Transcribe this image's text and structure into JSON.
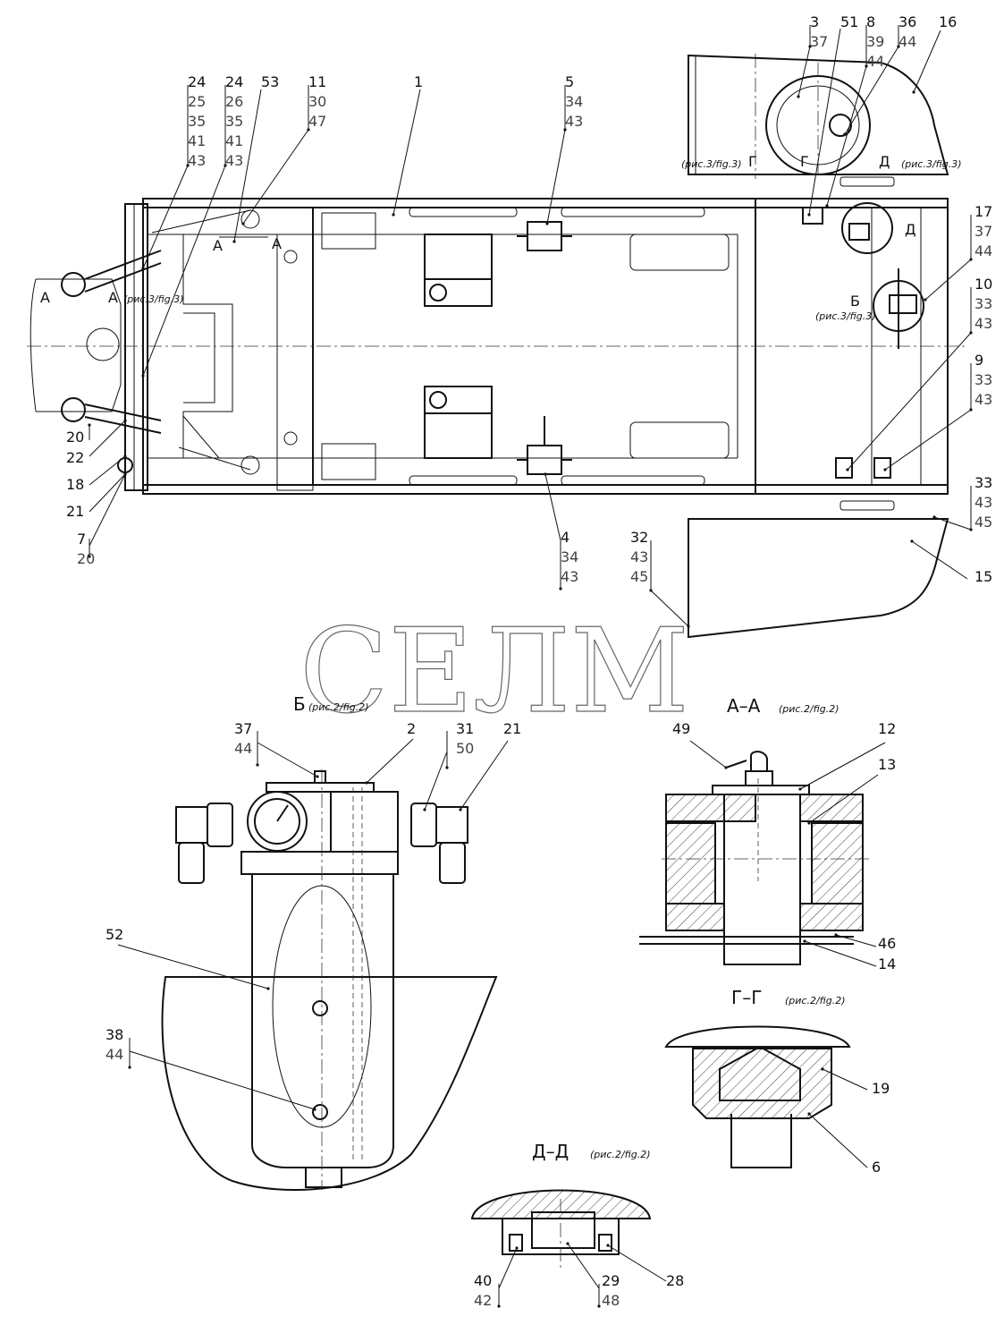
{
  "watermark": "СЕЛМ",
  "section_titles": {
    "b": "Б",
    "b_ref": "(рис.2/fig.2)",
    "aa": "А–А",
    "aa_ref": "(рис.2/fig.2)",
    "gg": "Г–Г",
    "gg_ref": "(рис.2/fig.2)",
    "dd": "Д–Д",
    "dd_ref": "(рис.2/fig.2)"
  },
  "view_marks": {
    "a_left": "А",
    "a_left2": "А",
    "a_ref": "(рис.3/fig.3)",
    "a_inner1": "А",
    "a_inner2": "А",
    "g": "Г",
    "g2": "Г",
    "g_ref": "(рис.3/fig.3)",
    "d": "Д",
    "d2": "Д",
    "d_ref": "(рис.3/fig.3)",
    "b": "Б",
    "b_ref": "(рис.3/fig.3)"
  },
  "callouts": [
    {
      "id": "c24a",
      "lines": [
        "24",
        "25",
        "35",
        "41",
        "43"
      ]
    },
    {
      "id": "c24b",
      "lines": [
        "24",
        "26",
        "35",
        "41",
        "43"
      ]
    },
    {
      "id": "c53",
      "lines": [
        "53"
      ]
    },
    {
      "id": "c11",
      "lines": [
        "11",
        "30",
        "47"
      ]
    },
    {
      "id": "c1",
      "lines": [
        "1"
      ]
    },
    {
      "id": "c5",
      "lines": [
        "5",
        "34",
        "43"
      ]
    },
    {
      "id": "c3",
      "lines": [
        "3",
        "37"
      ]
    },
    {
      "id": "c51",
      "lines": [
        "51"
      ]
    },
    {
      "id": "c8",
      "lines": [
        "8",
        "39",
        "44"
      ]
    },
    {
      "id": "c36",
      "lines": [
        "36",
        "44"
      ]
    },
    {
      "id": "c16",
      "lines": [
        "16"
      ]
    },
    {
      "id": "c17",
      "lines": [
        "17",
        "37",
        "44"
      ]
    },
    {
      "id": "c10",
      "lines": [
        "10",
        "33",
        "43"
      ]
    },
    {
      "id": "c9",
      "lines": [
        "9",
        "33",
        "43"
      ]
    },
    {
      "id": "c33",
      "lines": [
        "33",
        "43",
        "45"
      ]
    },
    {
      "id": "c15",
      "lines": [
        "15"
      ]
    },
    {
      "id": "c32",
      "lines": [
        "32",
        "43",
        "45"
      ]
    },
    {
      "id": "c4",
      "lines": [
        "4",
        "34",
        "43"
      ]
    },
    {
      "id": "c20",
      "lines": [
        "20"
      ]
    },
    {
      "id": "c22",
      "lines": [
        "22"
      ]
    },
    {
      "id": "c18",
      "lines": [
        "18"
      ]
    },
    {
      "id": "c21",
      "lines": [
        "21"
      ]
    },
    {
      "id": "c7",
      "lines": [
        "7",
        "20"
      ]
    },
    {
      "id": "c37b",
      "lines": [
        "37",
        "44"
      ]
    },
    {
      "id": "c2",
      "lines": [
        "2"
      ]
    },
    {
      "id": "c31",
      "lines": [
        "31",
        "50"
      ]
    },
    {
      "id": "c21b",
      "lines": [
        "21"
      ]
    },
    {
      "id": "c52",
      "lines": [
        "52"
      ]
    },
    {
      "id": "c38",
      "lines": [
        "38",
        "44"
      ]
    },
    {
      "id": "c49",
      "lines": [
        "49"
      ]
    },
    {
      "id": "c12",
      "lines": [
        "12"
      ]
    },
    {
      "id": "c13",
      "lines": [
        "13"
      ]
    },
    {
      "id": "c46",
      "lines": [
        "46"
      ]
    },
    {
      "id": "c14",
      "lines": [
        "14"
      ]
    },
    {
      "id": "c19",
      "lines": [
        "19"
      ]
    },
    {
      "id": "c6",
      "lines": [
        "6"
      ]
    },
    {
      "id": "c40",
      "lines": [
        "40",
        "42"
      ]
    },
    {
      "id": "c29",
      "lines": [
        "29",
        "48"
      ]
    },
    {
      "id": "c28",
      "lines": [
        "28"
      ]
    }
  ]
}
